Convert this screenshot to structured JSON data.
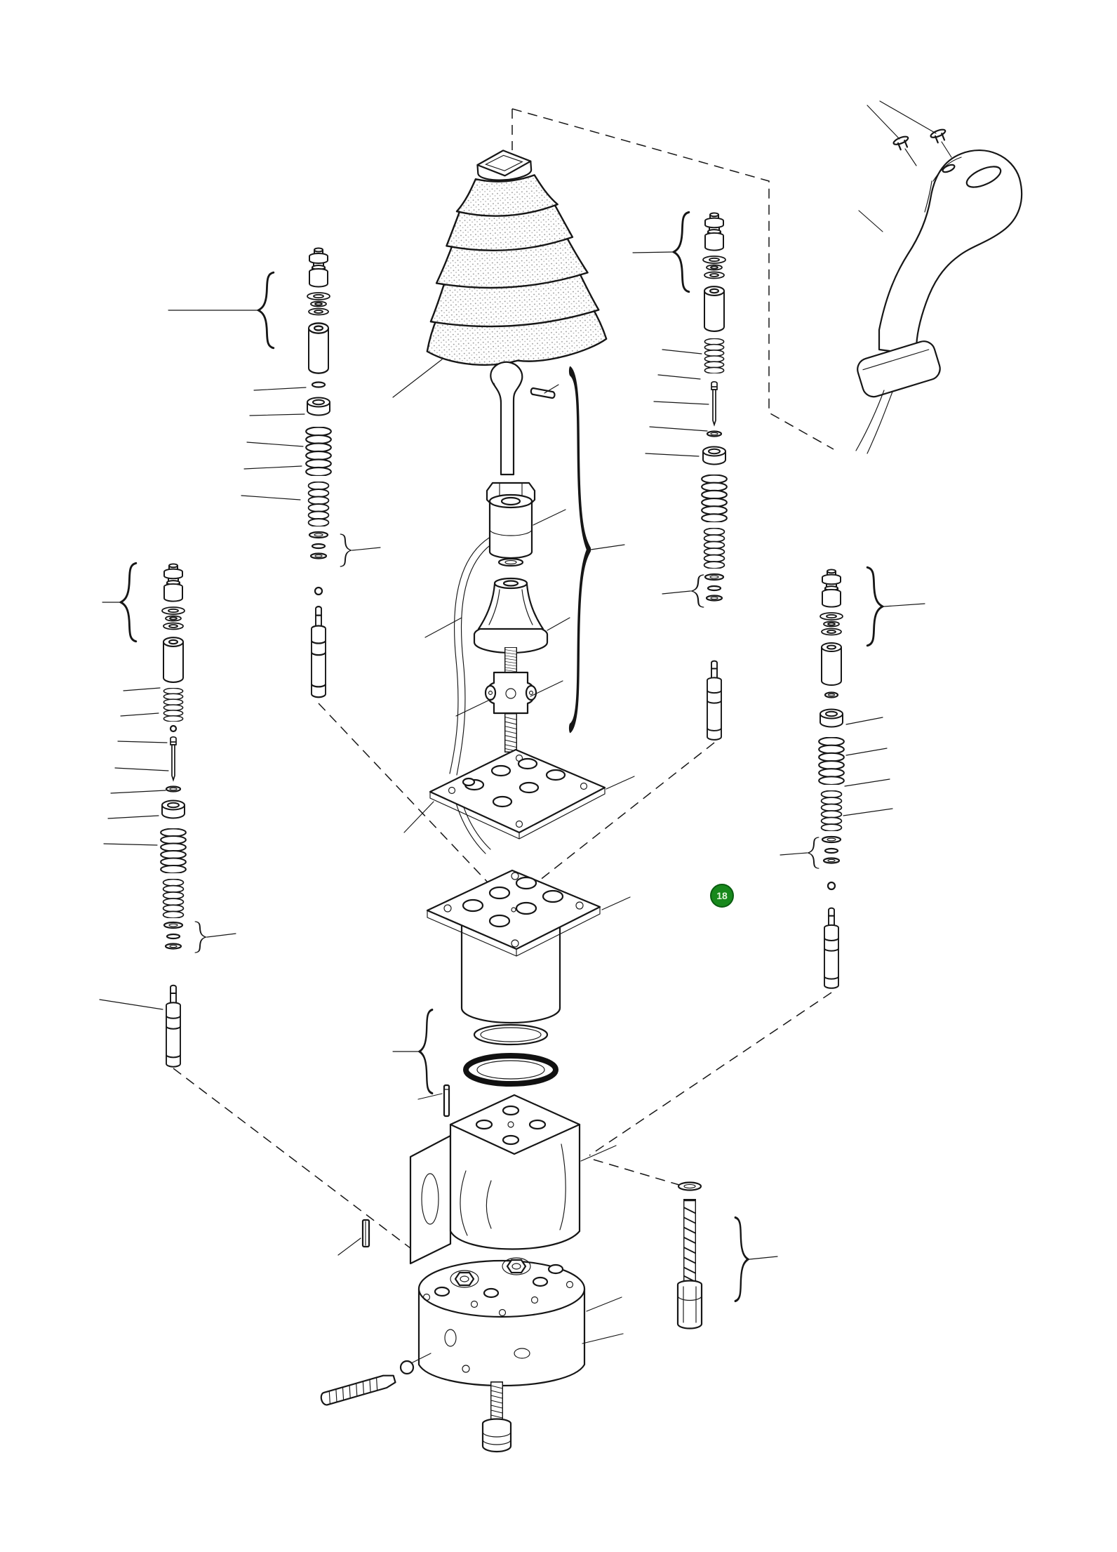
{
  "page": {
    "background": "#ffffff",
    "line_color": "#161616"
  },
  "callout": {
    "label": "18",
    "fill": "#17881c",
    "stroke": "#0a5c10",
    "text_color": "#e4f6dc"
  },
  "diagram": {
    "type": "exploded-parts-diagram",
    "subject": "pilot-control-joystick-valve-assembly",
    "parts": [
      "rubber-bellows-boot",
      "joystick-handle-grip",
      "handle-screws",
      "control-shaft",
      "shaft-pin",
      "lock-nut",
      "shaft-coupling",
      "washer",
      "boot-retainer-cone",
      "universal-joint-threaded-stud",
      "cover-plate",
      "flange-plate",
      "spacer-cylinder",
      "o-ring",
      "seal-ring",
      "valve-body",
      "manifold-block",
      "poppet-valve",
      "washer-stack",
      "guide-sleeve",
      "return-spring",
      "pressure-spring",
      "push-rod",
      "steel-ball",
      "plunger",
      "roll-pin",
      "guide-pin",
      "set-screw",
      "socket-head-bolt",
      "mounting-bolt",
      "bolt-washer",
      "wire-harness"
    ]
  }
}
